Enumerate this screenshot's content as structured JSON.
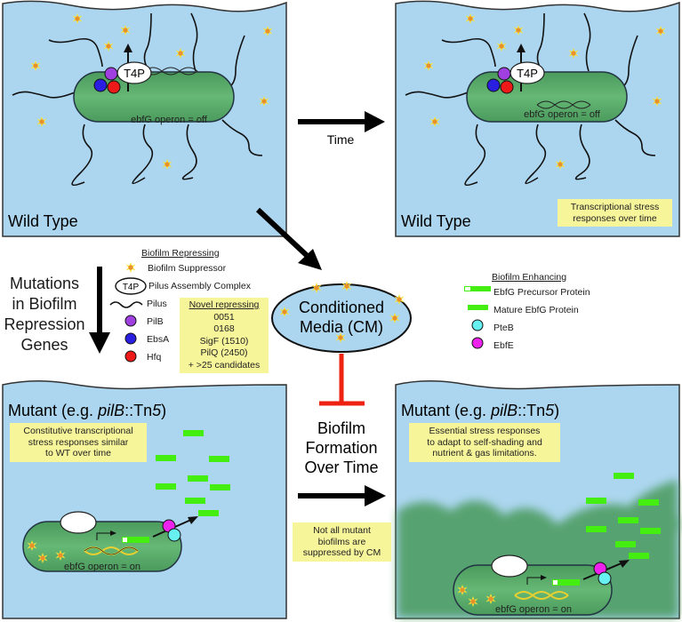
{
  "panels": {
    "top_left": {
      "label": "Wild Type",
      "operon_label": "ebfG operon = off",
      "complex_label": "T4P"
    },
    "top_right": {
      "label": "Wild Type",
      "operon_label": "ebfG operon = off",
      "complex_label": "T4P",
      "note": [
        "Transcriptional stress",
        "responses over time"
      ]
    },
    "bottom_left": {
      "label_prefix": "Mutant (e.g. ",
      "label_gene": "pilB",
      "label_sep": "::Tn",
      "label_num": "5",
      "label_suffix": ")",
      "operon_label": "ebfG operon = on",
      "note": [
        "Constitutive transcriptional",
        "stress responses similar",
        "to WT over time"
      ]
    },
    "bottom_right": {
      "label_prefix": "Mutant (e.g. ",
      "label_gene": "pilB",
      "label_sep": "::Tn",
      "label_num": "5",
      "label_suffix": ")",
      "operon_label": "ebfG operon = on",
      "note": [
        "Essential stress responses",
        "to adapt to self-shading and",
        "nutrient & gas limitations."
      ]
    }
  },
  "arrows": {
    "time": "Time",
    "mutations": [
      "Mutations",
      "in Biofilm",
      "Repression",
      "Genes"
    ],
    "biofilm_formation": [
      "Biofilm",
      "Formation",
      "Over Time"
    ]
  },
  "conditioned_media": [
    "Conditioned",
    "Media (CM)"
  ],
  "cm_note": [
    "Not all mutant",
    "biofilms are",
    "suppressed by CM"
  ],
  "legend_repressing": {
    "title": "Biofilm Repressing",
    "items": [
      {
        "icon": "star-burst-icon",
        "label": "Biofilm Suppressor"
      },
      {
        "icon": "t4p-ellipse-icon",
        "icon_text": "T4P",
        "label": "Pilus Assembly Complex"
      },
      {
        "icon": "wavy-line-icon",
        "label": "Pilus"
      },
      {
        "icon": "circle-icon",
        "color": "#a040e0",
        "label": "PilB"
      },
      {
        "icon": "circle-icon",
        "color": "#2a1fe0",
        "label": "EbsA"
      },
      {
        "icon": "circle-icon",
        "color": "#ee1a1a",
        "label": "Hfq"
      }
    ]
  },
  "novel_repressing": {
    "title": "Novel repressing",
    "items": [
      "0051",
      "0168",
      "SigF (1510)",
      "PilQ (2450)",
      "+ >25 candidates"
    ]
  },
  "legend_enhancing": {
    "title": "Biofilm Enhancing",
    "items": [
      {
        "icon": "precursor-bar-icon",
        "label": "EbfG Precursor Protein"
      },
      {
        "icon": "green-bar-icon",
        "color": "#44ee11",
        "label": "Mature EbfG Protein"
      },
      {
        "icon": "circle-icon",
        "color": "#66f0f0",
        "label": "PteB"
      },
      {
        "icon": "circle-icon",
        "color": "#ee22ee",
        "label": "EbfE"
      }
    ]
  },
  "colors": {
    "water": "#acd6ef",
    "cell": "#5aa86a",
    "note": "#f7f59a",
    "inhibit": "#ee2211",
    "protein": "#44ee11"
  }
}
